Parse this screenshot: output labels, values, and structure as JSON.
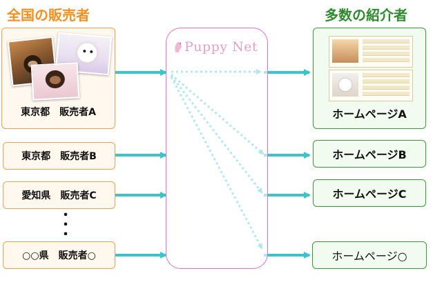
{
  "headings": {
    "left": "全国の販売者",
    "right": "多数の紹介者"
  },
  "center": {
    "logo_text": "Puppy Net"
  },
  "sellers": [
    {
      "label": "東京都　販売者A"
    },
    {
      "label": "東京都　販売者B"
    },
    {
      "label": "愛知県　販売者C"
    },
    {
      "label": "○○県　販売者○"
    }
  ],
  "homepages": [
    {
      "label": "ホームページA"
    },
    {
      "label": "ホームページB"
    },
    {
      "label": "ホームページC"
    },
    {
      "label": "ホームページ○"
    }
  ],
  "ellipsis": "・\n・\n・",
  "colors": {
    "left_heading": "#f39020",
    "right_heading": "#2e8b2e",
    "seller_border": "#f0a050",
    "homepage_border": "#3a9a3a",
    "hub_border": "#e070d0",
    "arrow": "#3cc4cc",
    "logo": "#e8a0c8"
  }
}
